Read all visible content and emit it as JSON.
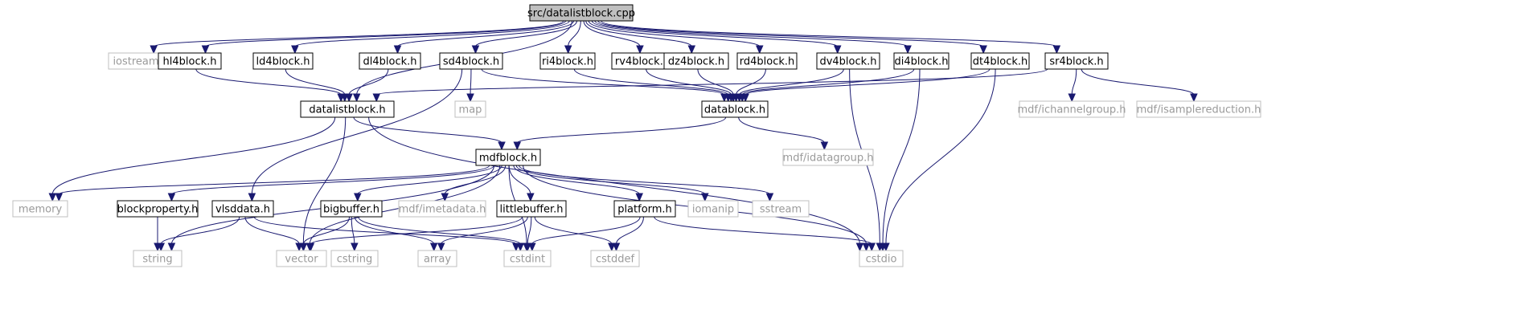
{
  "diagram": {
    "nodes": [
      {
        "id": "src_datalistblock_cpp",
        "label": "src/datalistblock.cpp",
        "kind": "root"
      },
      {
        "id": "iostream",
        "label": "iostream",
        "kind": "system"
      },
      {
        "id": "hl4block_h",
        "label": "hl4block.h",
        "kind": "project"
      },
      {
        "id": "ld4block_h",
        "label": "ld4block.h",
        "kind": "project"
      },
      {
        "id": "dl4block_h",
        "label": "dl4block.h",
        "kind": "project"
      },
      {
        "id": "sd4block_h",
        "label": "sd4block.h",
        "kind": "project"
      },
      {
        "id": "ri4block_h",
        "label": "ri4block.h",
        "kind": "project"
      },
      {
        "id": "rv4block_h",
        "label": "rv4block.h",
        "kind": "project"
      },
      {
        "id": "dz4block_h",
        "label": "dz4block.h",
        "kind": "project"
      },
      {
        "id": "rd4block_h",
        "label": "rd4block.h",
        "kind": "project"
      },
      {
        "id": "dv4block_h",
        "label": "dv4block.h",
        "kind": "project"
      },
      {
        "id": "di4block_h",
        "label": "di4block.h",
        "kind": "project"
      },
      {
        "id": "dt4block_h",
        "label": "dt4block.h",
        "kind": "project"
      },
      {
        "id": "sr4block_h",
        "label": "sr4block.h",
        "kind": "project"
      },
      {
        "id": "datalistblock_h",
        "label": "datalistblock.h",
        "kind": "project"
      },
      {
        "id": "map",
        "label": "map",
        "kind": "system"
      },
      {
        "id": "datablock_h",
        "label": "datablock.h",
        "kind": "project"
      },
      {
        "id": "mdf_ichannelgroup_h",
        "label": "mdf/ichannelgroup.h",
        "kind": "system"
      },
      {
        "id": "mdf_isamplereduction_h",
        "label": "mdf/isamplereduction.h",
        "kind": "system"
      },
      {
        "id": "mdf_idatagroup_h",
        "label": "mdf/idatagroup.h",
        "kind": "system"
      },
      {
        "id": "mdfblock_h",
        "label": "mdfblock.h",
        "kind": "project"
      },
      {
        "id": "memory",
        "label": "memory",
        "kind": "system"
      },
      {
        "id": "blockproperty_h",
        "label": "blockproperty.h",
        "kind": "project"
      },
      {
        "id": "vlsddata_h",
        "label": "vlsddata.h",
        "kind": "project"
      },
      {
        "id": "bigbuffer_h",
        "label": "bigbuffer.h",
        "kind": "project"
      },
      {
        "id": "mdf_imetadata_h",
        "label": "mdf/imetadata.h",
        "kind": "system"
      },
      {
        "id": "littlebuffer_h",
        "label": "littlebuffer.h",
        "kind": "project"
      },
      {
        "id": "platform_h",
        "label": "platform.h",
        "kind": "project"
      },
      {
        "id": "iomanip",
        "label": "iomanip",
        "kind": "system"
      },
      {
        "id": "sstream",
        "label": "sstream",
        "kind": "system"
      },
      {
        "id": "string",
        "label": "string",
        "kind": "system"
      },
      {
        "id": "vector",
        "label": "vector",
        "kind": "system"
      },
      {
        "id": "cstring",
        "label": "cstring",
        "kind": "system"
      },
      {
        "id": "array",
        "label": "array",
        "kind": "system"
      },
      {
        "id": "cstdint",
        "label": "cstdint",
        "kind": "system"
      },
      {
        "id": "cstddef",
        "label": "cstddef",
        "kind": "system"
      },
      {
        "id": "cstdio",
        "label": "cstdio",
        "kind": "system"
      }
    ],
    "edges": [
      {
        "from": "src_datalistblock_cpp",
        "to": "iostream"
      },
      {
        "from": "src_datalistblock_cpp",
        "to": "hl4block_h"
      },
      {
        "from": "src_datalistblock_cpp",
        "to": "ld4block_h"
      },
      {
        "from": "src_datalistblock_cpp",
        "to": "datalistblock_h"
      },
      {
        "from": "src_datalistblock_cpp",
        "to": "dl4block_h"
      },
      {
        "from": "src_datalistblock_cpp",
        "to": "sd4block_h"
      },
      {
        "from": "src_datalistblock_cpp",
        "to": "ri4block_h"
      },
      {
        "from": "src_datalistblock_cpp",
        "to": "rv4block_h"
      },
      {
        "from": "src_datalistblock_cpp",
        "to": "dz4block_h"
      },
      {
        "from": "src_datalistblock_cpp",
        "to": "rd4block_h"
      },
      {
        "from": "src_datalistblock_cpp",
        "to": "dv4block_h"
      },
      {
        "from": "src_datalistblock_cpp",
        "to": "di4block_h"
      },
      {
        "from": "src_datalistblock_cpp",
        "to": "dt4block_h"
      },
      {
        "from": "src_datalistblock_cpp",
        "to": "sr4block_h"
      },
      {
        "from": "hl4block_h",
        "to": "datalistblock_h"
      },
      {
        "from": "ld4block_h",
        "to": "datalistblock_h"
      },
      {
        "from": "dl4block_h",
        "to": "datalistblock_h"
      },
      {
        "from": "sd4block_h",
        "to": "map"
      },
      {
        "from": "sd4block_h",
        "to": "datablock_h"
      },
      {
        "from": "sd4block_h",
        "to": "vlsddata_h"
      },
      {
        "from": "ri4block_h",
        "to": "datablock_h"
      },
      {
        "from": "rv4block_h",
        "to": "datablock_h"
      },
      {
        "from": "dz4block_h",
        "to": "datablock_h"
      },
      {
        "from": "rd4block_h",
        "to": "datablock_h"
      },
      {
        "from": "dv4block_h",
        "to": "datablock_h"
      },
      {
        "from": "dv4block_h",
        "to": "cstdio"
      },
      {
        "from": "di4block_h",
        "to": "datablock_h"
      },
      {
        "from": "di4block_h",
        "to": "cstdio"
      },
      {
        "from": "dt4block_h",
        "to": "datablock_h"
      },
      {
        "from": "dt4block_h",
        "to": "cstdio"
      },
      {
        "from": "sr4block_h",
        "to": "datalistblock_h"
      },
      {
        "from": "sr4block_h",
        "to": "mdf_ichannelgroup_h"
      },
      {
        "from": "sr4block_h",
        "to": "mdf_isamplereduction_h"
      },
      {
        "from": "datalistblock_h",
        "to": "mdfblock_h"
      },
      {
        "from": "datalistblock_h",
        "to": "memory"
      },
      {
        "from": "datalistblock_h",
        "to": "vector"
      },
      {
        "from": "datalistblock_h",
        "to": "cstdio"
      },
      {
        "from": "datablock_h",
        "to": "mdfblock_h"
      },
      {
        "from": "datablock_h",
        "to": "mdf_idatagroup_h"
      },
      {
        "from": "mdfblock_h",
        "to": "memory"
      },
      {
        "from": "mdfblock_h",
        "to": "blockproperty_h"
      },
      {
        "from": "mdfblock_h",
        "to": "string"
      },
      {
        "from": "mdfblock_h",
        "to": "vector"
      },
      {
        "from": "mdfblock_h",
        "to": "bigbuffer_h"
      },
      {
        "from": "mdfblock_h",
        "to": "mdf_imetadata_h"
      },
      {
        "from": "mdfblock_h",
        "to": "littlebuffer_h"
      },
      {
        "from": "mdfblock_h",
        "to": "cstdint"
      },
      {
        "from": "mdfblock_h",
        "to": "platform_h"
      },
      {
        "from": "mdfblock_h",
        "to": "iomanip"
      },
      {
        "from": "mdfblock_h",
        "to": "sstream"
      },
      {
        "from": "mdfblock_h",
        "to": "cstdio"
      },
      {
        "from": "blockproperty_h",
        "to": "string"
      },
      {
        "from": "vlsddata_h",
        "to": "string"
      },
      {
        "from": "vlsddata_h",
        "to": "vector"
      },
      {
        "from": "vlsddata_h",
        "to": "cstdint"
      },
      {
        "from": "bigbuffer_h",
        "to": "vector"
      },
      {
        "from": "bigbuffer_h",
        "to": "cstring"
      },
      {
        "from": "bigbuffer_h",
        "to": "array"
      },
      {
        "from": "bigbuffer_h",
        "to": "cstdint"
      },
      {
        "from": "littlebuffer_h",
        "to": "vector"
      },
      {
        "from": "littlebuffer_h",
        "to": "array"
      },
      {
        "from": "littlebuffer_h",
        "to": "cstdint"
      },
      {
        "from": "littlebuffer_h",
        "to": "cstddef"
      },
      {
        "from": "platform_h",
        "to": "cstdint"
      },
      {
        "from": "platform_h",
        "to": "cstddef"
      },
      {
        "from": "platform_h",
        "to": "cstdio"
      }
    ],
    "colors": {
      "edge": "#191970",
      "project_border": "#000000",
      "system_border": "#bfbfbf",
      "system_text": "#9a9a9a",
      "root_fill": "#bfbfbf"
    }
  }
}
